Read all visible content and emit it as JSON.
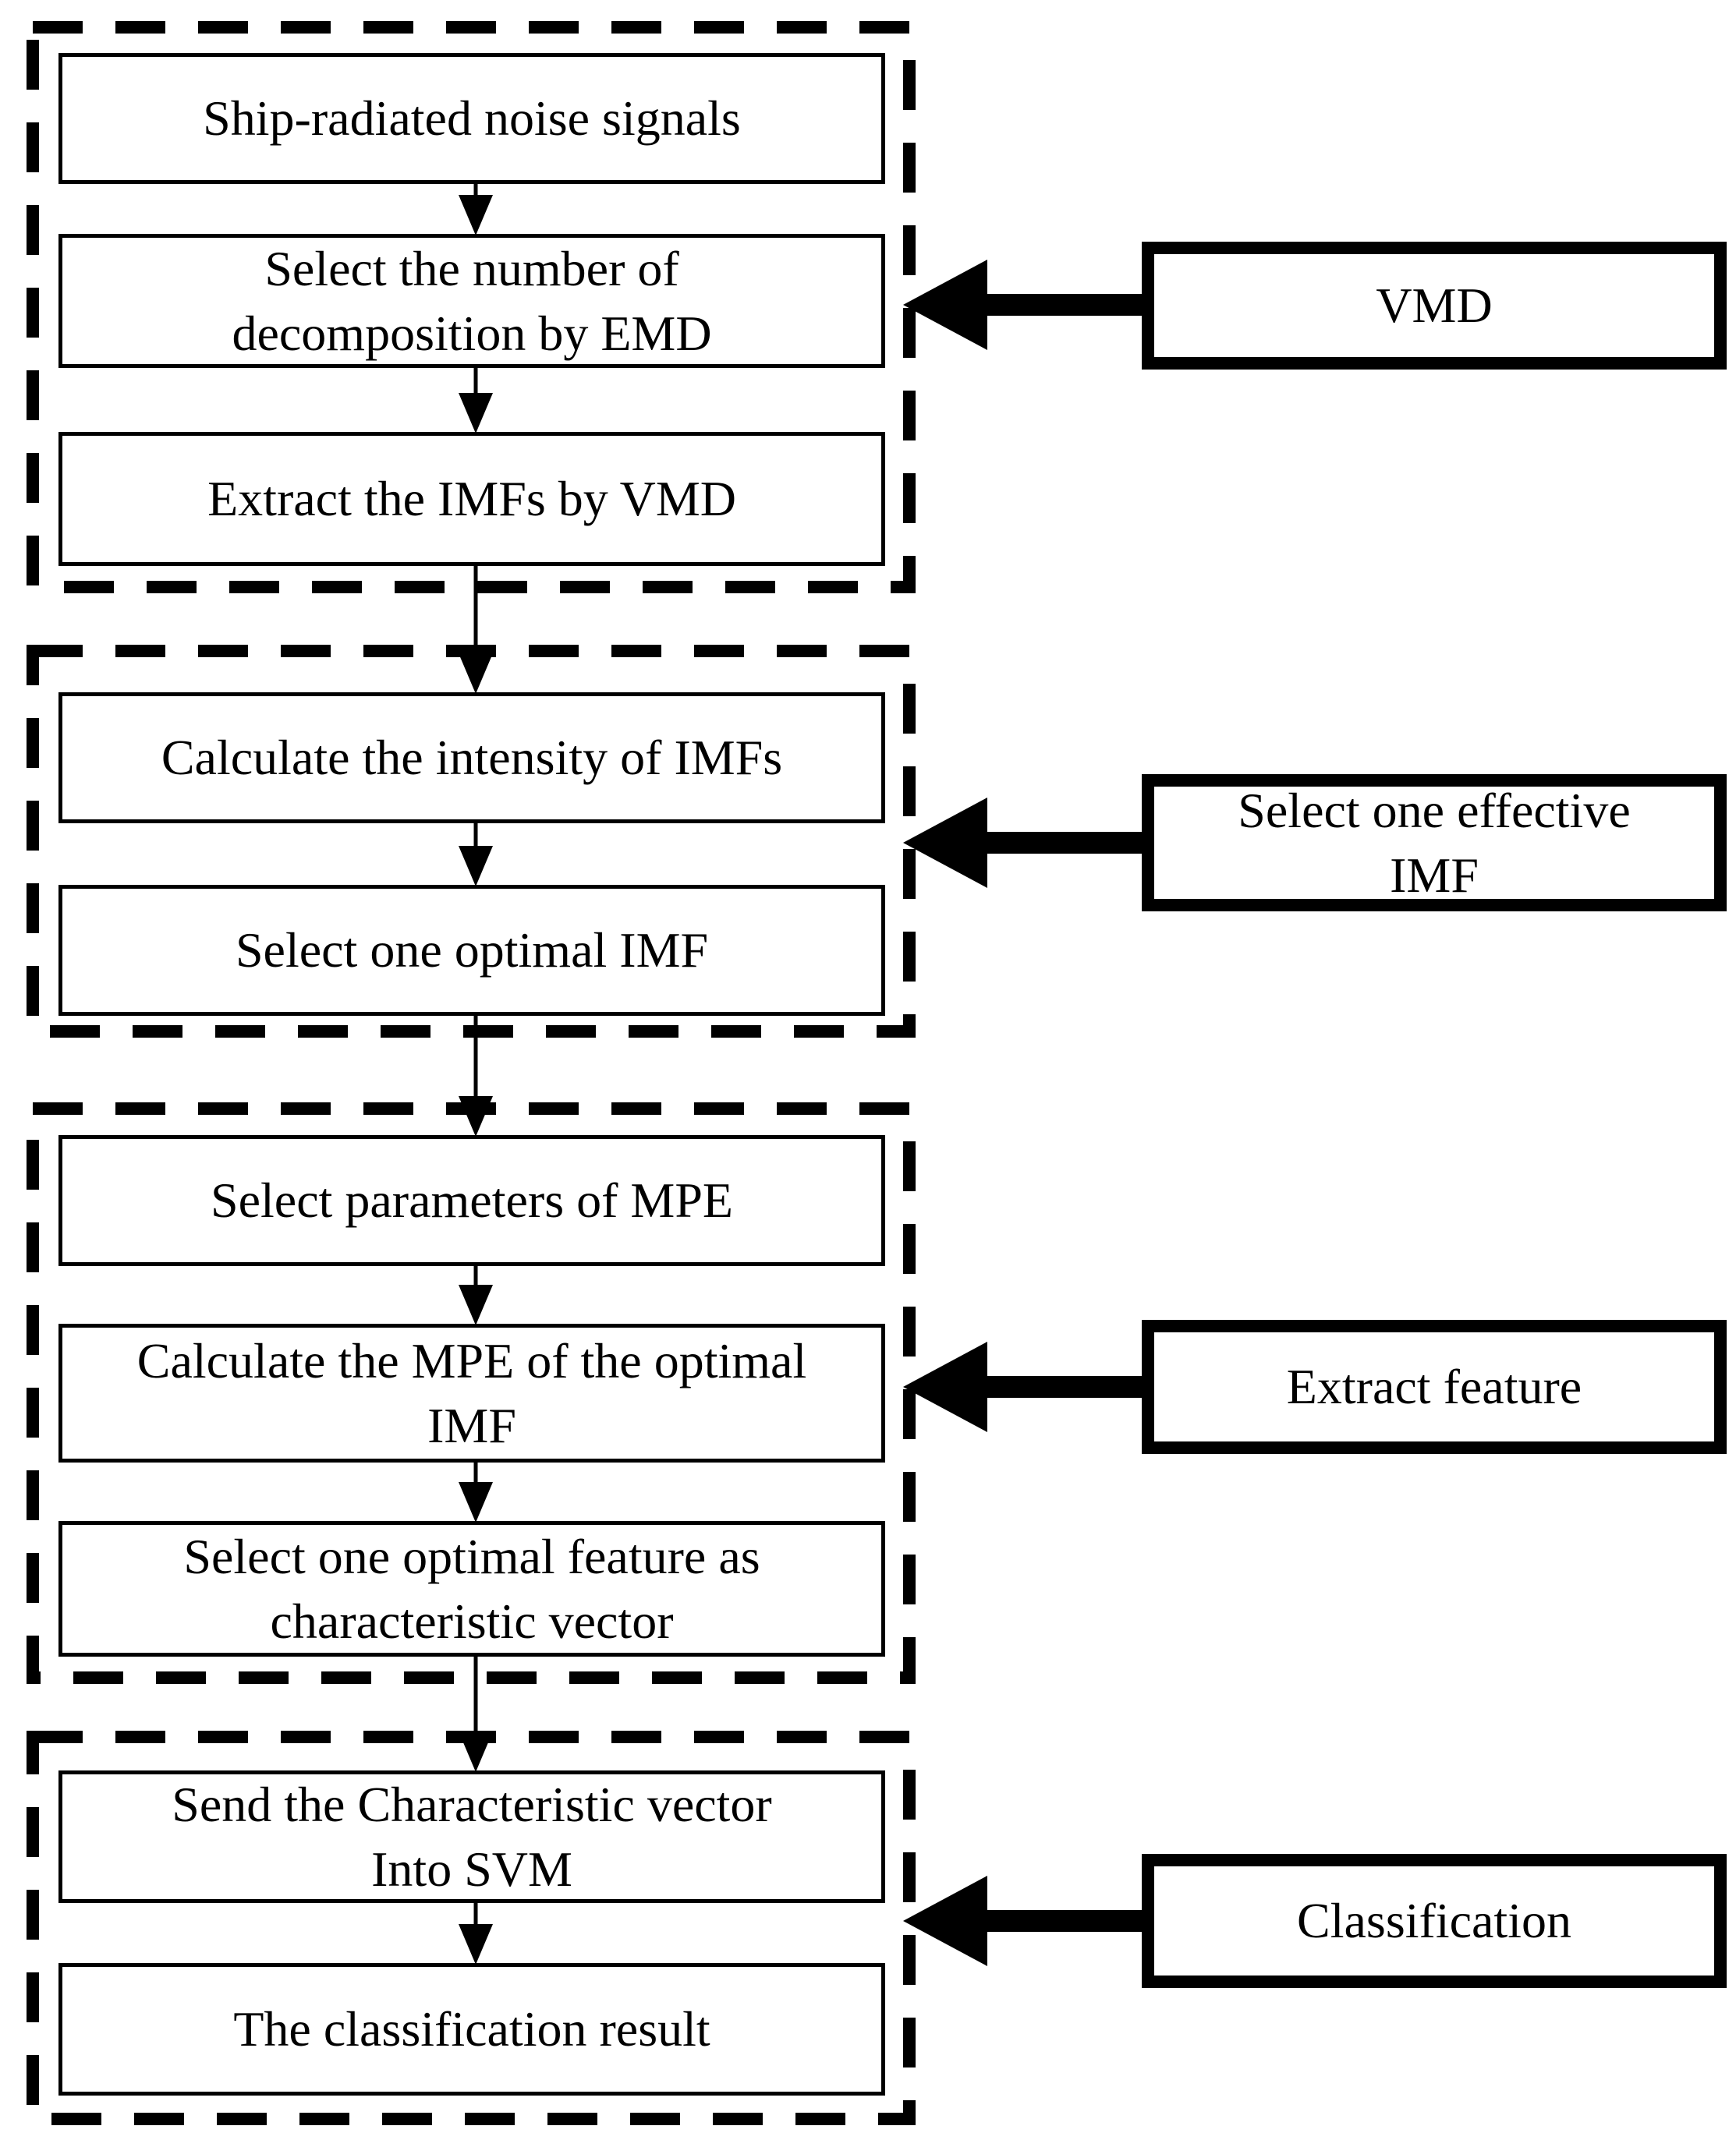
{
  "figure": {
    "stages": [
      {
        "side_label": "VMD",
        "steps": [
          "Ship-radiated noise signals",
          "Select the number of\ndecomposition by EMD",
          "Extract the IMFs by VMD"
        ]
      },
      {
        "side_label": "Select one effective\nIMF",
        "steps": [
          "Calculate the intensity of IMFs",
          "Select one optimal IMF"
        ]
      },
      {
        "side_label": "Extract feature",
        "steps": [
          "Select parameters of MPE",
          "Calculate the MPE of the optimal\nIMF",
          "Select one optimal feature as\ncharacteristic vector"
        ]
      },
      {
        "side_label": "Classification",
        "steps": [
          "Send the Characteristic vector\nInto SVM",
          "The classification result"
        ]
      }
    ],
    "colors": {
      "foreground": "#000000",
      "background": "#ffffff"
    }
  }
}
